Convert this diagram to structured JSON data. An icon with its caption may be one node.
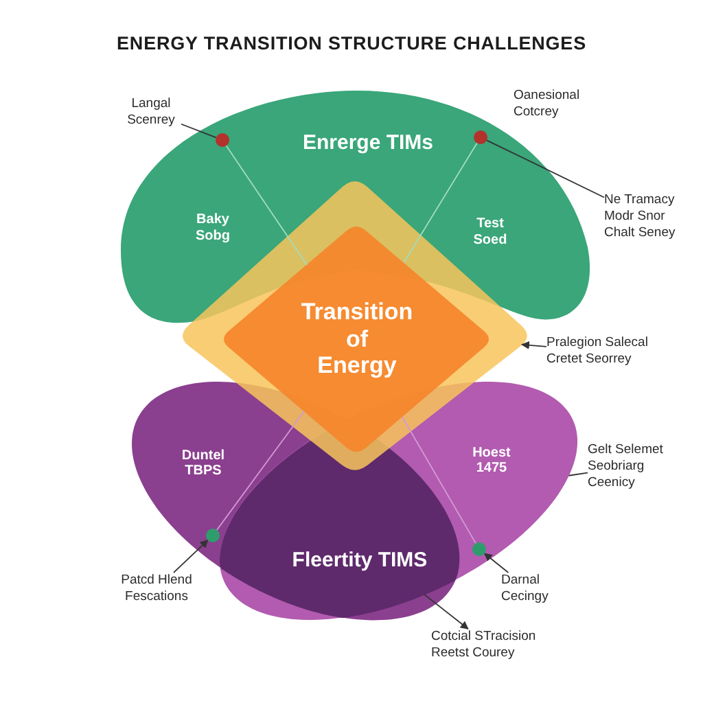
{
  "diagram": {
    "title": "ENERGY TRANSITION STRUCTURE CHALLENGES",
    "nodes": [
      {
        "text": [
          "Langal Scenrey"
        ]
      },
      {
        "text": [
          "Enrerge TIMs",
          "Baky Sobg",
          "Test Soed"
        ]
      },
      {
        "text": [],
        "shape": "circle",
        "in": 1
      },
      {
        "text": [],
        "shape": "circle",
        "in": 1
      },
      {
        "text": [
          "Ne Tramacy Modr Snor Chalt Seney"
        ]
      },
      {
        "text": [],
        "shape": "diamond"
      },
      {
        "text": [
          "Transition of Energy"
        ],
        "in": 5
      },
      {
        "text": [
          "Pralegion Salecal Cretet Seorrey"
        ]
      },
      {
        "text": [
          "Duntel TBPS"
        ]
      },
      {
        "text": [
          "Hoest 1475"
        ]
      },
      {
        "text": [
          "Gelt Selemet Seobriarg Ceenicy"
        ]
      },
      {
        "text": [
          "Fleertity TIMS"
        ]
      },
      {
        "text": [],
        "shape": "circle",
        "in": 8
      },
      {
        "text": [],
        "shape": "circle",
        "in": 9
      },
      {
        "text": [
          "Patcd Hlend Fescations"
        ]
      },
      {
        "text": [
          "Darnal Cecingy"
        ]
      },
      {
        "text": [
          "Cotcial STracision Reetst Courey"
        ]
      }
    ],
    "edges": [
      {
        "from": 0,
        "to": 2,
        "arrow": "none"
      },
      {
        "from": 2,
        "to": 6,
        "arrow": "none",
        "color": "#a3dcc0"
      },
      {
        "from": 3,
        "to": 6,
        "arrow": "none",
        "color": "#a3dcc0"
      },
      {
        "from": 4,
        "to": 3,
        "arrow": "none"
      },
      {
        "from": 7,
        "to": 5,
        "arrow": "to"
      },
      {
        "from": 10,
        "to": 9,
        "arrow": "none"
      },
      {
        "from": 12,
        "to": 6,
        "arrow": "none",
        "color": "#d39ad6"
      },
      {
        "from": 13,
        "to": 6,
        "arrow": "none",
        "color": "#d39ad6"
      },
      {
        "from": 14,
        "to": 12,
        "arrow": "to"
      },
      {
        "from": 15,
        "to": 13,
        "arrow": "to"
      },
      {
        "from": 11,
        "to": 16,
        "arrow": "to"
      }
    ],
    "labels": [
      "Oanesional Cotcrey"
    ]
  }
}
